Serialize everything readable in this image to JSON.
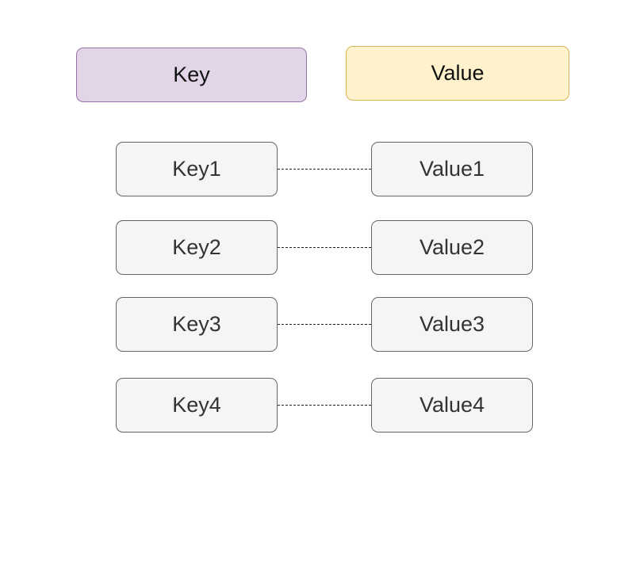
{
  "headers": {
    "key": "Key",
    "value": "Value"
  },
  "pairs": [
    {
      "key": "Key1",
      "value": "Value1"
    },
    {
      "key": "Key2",
      "value": "Value2"
    },
    {
      "key": "Key3",
      "value": "Value3"
    },
    {
      "key": "Key4",
      "value": "Value4"
    }
  ],
  "colors": {
    "key_header_fill": "#e1d5e7",
    "key_header_stroke": "#9673a6",
    "value_header_fill": "#fff2cc",
    "value_header_stroke": "#d6b656",
    "item_fill": "#f5f5f5",
    "item_stroke": "#666666",
    "connector": "#222222"
  }
}
